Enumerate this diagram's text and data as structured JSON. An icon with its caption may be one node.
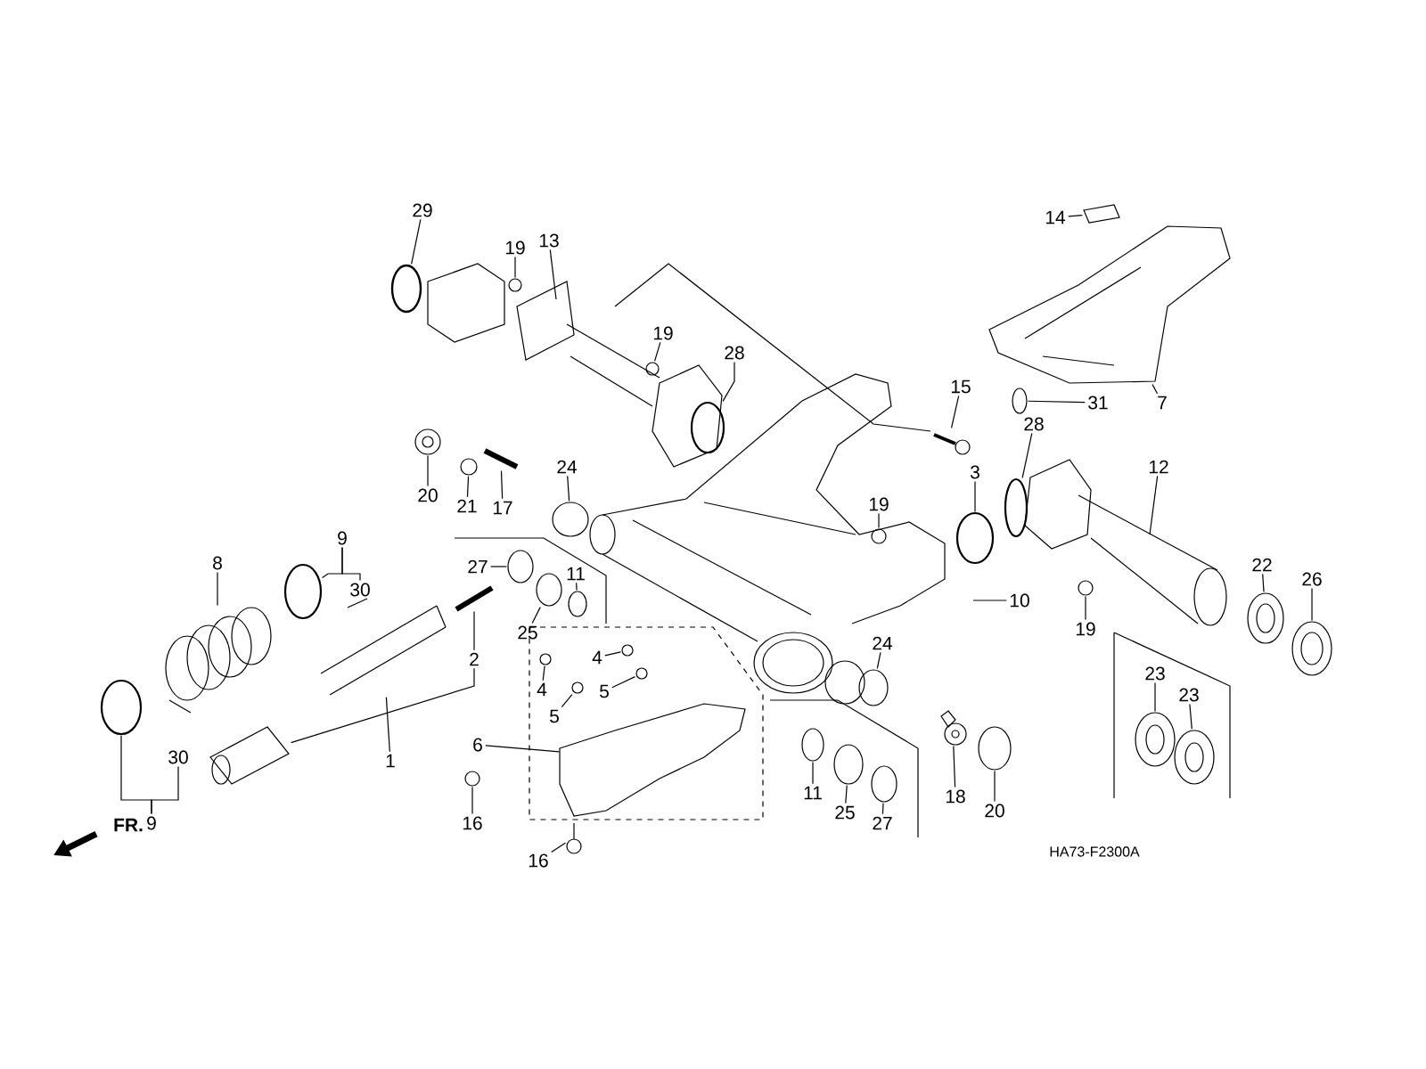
{
  "diagram": {
    "nodes": [
      {
        "text": [
          "29"
        ]
      },
      {
        "text": [
          "19"
        ]
      },
      {
        "text": [
          "13"
        ]
      },
      {
        "text": [
          "19"
        ]
      },
      {
        "text": [
          "28"
        ]
      },
      {
        "text": [
          "14"
        ]
      },
      {
        "text": [
          "7"
        ]
      },
      {
        "text": [
          "15"
        ]
      },
      {
        "text": [
          "31"
        ]
      },
      {
        "text": [
          "28"
        ]
      },
      {
        "text": [
          "3"
        ]
      },
      {
        "text": [
          "12"
        ]
      },
      {
        "text": [
          "20"
        ]
      },
      {
        "text": [
          "21"
        ]
      },
      {
        "text": [
          "17"
        ]
      },
      {
        "text": [
          "24"
        ]
      },
      {
        "text": [
          "19"
        ]
      },
      {
        "text": [
          "22"
        ]
      },
      {
        "text": [
          "26"
        ]
      },
      {
        "text": [
          "9"
        ]
      },
      {
        "text": [
          "30"
        ]
      },
      {
        "text": [
          "8"
        ]
      },
      {
        "text": [
          "27"
        ]
      },
      {
        "text": [
          "25"
        ]
      },
      {
        "text": [
          "11"
        ]
      },
      {
        "text": [
          "2"
        ]
      },
      {
        "text": [
          "1"
        ]
      },
      {
        "text": [
          "4"
        ]
      },
      {
        "text": [
          "5"
        ]
      },
      {
        "text": [
          "4"
        ]
      },
      {
        "text": [
          "5"
        ]
      },
      {
        "text": [
          "6"
        ]
      },
      {
        "text": [
          "16"
        ]
      },
      {
        "text": [
          "16"
        ]
      },
      {
        "text": [
          "10"
        ]
      },
      {
        "text": [
          "24"
        ]
      },
      {
        "text": [
          "11"
        ]
      },
      {
        "text": [
          "25"
        ]
      },
      {
        "text": [
          "27"
        ]
      },
      {
        "text": [
          "18"
        ]
      },
      {
        "text": [
          "20"
        ]
      },
      {
        "text": [
          "23"
        ]
      },
      {
        "text": [
          "23"
        ]
      },
      {
        "text": [
          "30"
        ]
      },
      {
        "text": [
          "9"
        ]
      },
      {
        "text": [
          "19"
        ]
      },
      {
        "text": [],
        "shape": "circle"
      },
      {
        "text": [],
        "shape": "circle"
      },
      {
        "text": [],
        "shape": "circle"
      },
      {
        "text": [],
        "shape": "circle"
      },
      {
        "text": [],
        "shape": "picture"
      },
      {
        "text": [],
        "shape": "picture"
      },
      {
        "text": [],
        "shape": "picture"
      },
      {
        "text": [],
        "shape": "circle"
      },
      {
        "text": [],
        "shape": "circle"
      },
      {
        "text": [],
        "shape": "circle"
      },
      {
        "text": [],
        "shape": "picture"
      },
      {
        "text": [],
        "shape": "circle"
      },
      {
        "text": [],
        "shape": "picture"
      },
      {
        "text": [],
        "shape": "circle"
      },
      {
        "text": [],
        "shape": "circle"
      },
      {
        "text": [],
        "shape": "picture"
      },
      {
        "text": [],
        "shape": "picture"
      },
      {
        "text": [],
        "shape": "circle"
      },
      {
        "text": [],
        "shape": "picture"
      },
      {
        "text": [],
        "shape": "circle"
      },
      {
        "text": [],
        "shape": "circle"
      },
      {
        "text": [],
        "shape": "circle"
      },
      {
        "text": [],
        "shape": "picture"
      },
      {
        "text": [],
        "shape": "picture"
      },
      {
        "text": [],
        "shape": "picture"
      },
      {
        "text": [],
        "shape": "circle"
      },
      {
        "text": [],
        "shape": "circle"
      },
      {
        "text": [],
        "shape": "circle"
      },
      {
        "text": [],
        "shape": "circle"
      },
      {
        "text": [],
        "shape": "picture"
      },
      {
        "text": [],
        "shape": "circle"
      },
      {
        "text": [],
        "shape": "picture"
      },
      {
        "text": [],
        "shape": "circle"
      },
      {
        "text": [],
        "shape": "circle"
      },
      {
        "text": [],
        "shape": "circle"
      },
      {
        "text": [],
        "shape": "circle"
      },
      {
        "text": [],
        "shape": "picture"
      },
      {
        "text": [],
        "shape": "circle"
      },
      {
        "text": [],
        "shape": "picture"
      },
      {
        "text": [],
        "shape": "picture"
      },
      {
        "text": [],
        "shape": "circle"
      },
      {
        "text": [],
        "shape": "circle"
      }
    ],
    "edges": [
      {
        "from": 0,
        "to": 46,
        "arrow": "none"
      },
      {
        "from": 1,
        "to": 47,
        "arrow": "none"
      },
      {
        "from": 2,
        "to": null,
        "arrow": "none"
      },
      {
        "from": 3,
        "to": 48,
        "arrow": "none"
      },
      {
        "from": 4,
        "to": 49,
        "arrow": "none"
      },
      {
        "from": 5,
        "to": 50,
        "arrow": "none"
      },
      {
        "from": 6,
        "to": 51,
        "arrow": "none"
      },
      {
        "from": 7,
        "to": 52,
        "arrow": "none"
      },
      {
        "from": 8,
        "to": 53,
        "arrow": "none"
      },
      {
        "from": 9,
        "to": 54,
        "arrow": "none"
      },
      {
        "from": 10,
        "to": 55,
        "arrow": "none"
      },
      {
        "from": 11,
        "to": null,
        "arrow": "none"
      },
      {
        "from": 12,
        "to": 56,
        "arrow": "none"
      },
      {
        "from": 13,
        "to": 57,
        "arrow": "none"
      },
      {
        "from": 14,
        "to": 58,
        "arrow": "none"
      },
      {
        "from": 15,
        "to": 59,
        "arrow": "none"
      },
      {
        "from": 16,
        "to": 60,
        "arrow": "none"
      },
      {
        "from": 17,
        "to": 61,
        "arrow": "none"
      },
      {
        "from": 18,
        "to": 62,
        "arrow": "none"
      },
      {
        "from": 19,
        "to": 63,
        "arrow": "none"
      },
      {
        "from": 19,
        "to": 20,
        "arrow": "none"
      },
      {
        "from": 21,
        "to": 64,
        "arrow": "none"
      },
      {
        "from": 22,
        "to": 65,
        "arrow": "none"
      },
      {
        "from": 23,
        "to": 66,
        "arrow": "none"
      },
      {
        "from": 24,
        "to": 67,
        "arrow": "none"
      },
      {
        "from": 25,
        "to": 68,
        "arrow": "none"
      },
      {
        "from": 25,
        "to": 69,
        "arrow": "none"
      },
      {
        "from": 26,
        "to": 70,
        "arrow": "none"
      },
      {
        "from": 27,
        "to": 71,
        "arrow": "none"
      },
      {
        "from": 28,
        "to": 72,
        "arrow": "none"
      },
      {
        "from": 29,
        "to": 73,
        "arrow": "none"
      },
      {
        "from": 30,
        "to": 74,
        "arrow": "none"
      },
      {
        "from": 31,
        "to": 75,
        "arrow": "none"
      },
      {
        "from": 32,
        "to": 76,
        "arrow": "none"
      },
      {
        "from": 33,
        "to": 77,
        "arrow": "none"
      },
      {
        "from": 34,
        "to": null,
        "arrow": "none"
      },
      {
        "from": 35,
        "to": 78,
        "arrow": "none"
      },
      {
        "from": 36,
        "to": 79,
        "arrow": "none"
      },
      {
        "from": 37,
        "to": 80,
        "arrow": "none"
      },
      {
        "from": 38,
        "to": 81,
        "arrow": "none"
      },
      {
        "from": 39,
        "to": 82,
        "arrow": "none"
      },
      {
        "from": 40,
        "to": 83,
        "arrow": "none"
      },
      {
        "from": 41,
        "to": 84,
        "arrow": "none"
      },
      {
        "from": 42,
        "to": 85,
        "arrow": "none"
      },
      {
        "from": 44,
        "to": 86,
        "arrow": "none"
      },
      {
        "from": 44,
        "to": 43,
        "arrow": "none"
      },
      {
        "from": 45,
        "to": 87,
        "arrow": "none"
      }
    ],
    "labels": [
      "FR.",
      "HA73-F2300A"
    ]
  }
}
